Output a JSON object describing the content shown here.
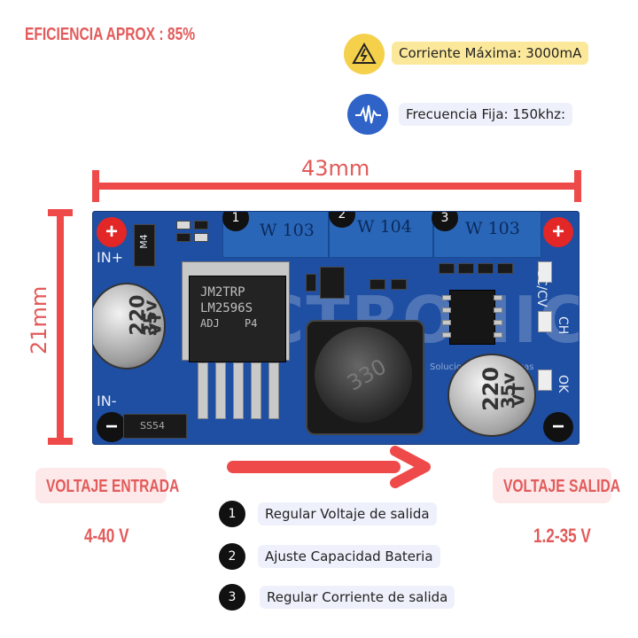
{
  "efficiency": "EFICIENCIA APROX : 85%",
  "max_current": {
    "label": "Corriente Máxima: 3000mA",
    "icon": "warning-icon",
    "color": "#f5d04a"
  },
  "frequency": {
    "label": "Frecuencia Fija: 150khz:",
    "icon": "pulse-wave-icon",
    "color": "#2f63c8"
  },
  "width_dim": "43mm",
  "height_dim": "21mm",
  "board": {
    "pots": [
      {
        "number": "1",
        "label": "W 103"
      },
      {
        "number": "2",
        "label": "W 104"
      },
      {
        "number": "3",
        "label": "W 103"
      }
    ],
    "in_plus": "IN+",
    "in_minus": "IN-",
    "diode_label": "M4",
    "diode2_label": "SS54",
    "cap_left": [
      "220",
      "35v",
      "VT"
    ],
    "cap_right": [
      "220",
      "35v",
      "VT"
    ],
    "ic_label": [
      "JM2TRP",
      "LM2596S",
      "ADJ",
      "P4"
    ],
    "inductor_label": "330",
    "led_labels": [
      "CC/CV",
      "CH",
      "OK"
    ],
    "watermark": "BICTRONIC",
    "watermark_sub": "Soluciones Electronicas"
  },
  "input": {
    "title": "VOLTAJE ENTRADA",
    "value": "4-40 V"
  },
  "output": {
    "title": "VOLTAJE SALIDA",
    "value": "1.2-35 V"
  },
  "legend": [
    {
      "number": "1",
      "label": "Regular Voltaje de salida"
    },
    {
      "number": "2",
      "label": "Ajuste Capacidad Bateria"
    },
    {
      "number": "3",
      "label": "Regular Corriente de salida"
    }
  ],
  "colors": {
    "accent_red": "#e35a5a",
    "dim_red": "#ef4a4a",
    "pcb_blue": "#1f4fa3",
    "pill_bg": "#eef1fb"
  }
}
